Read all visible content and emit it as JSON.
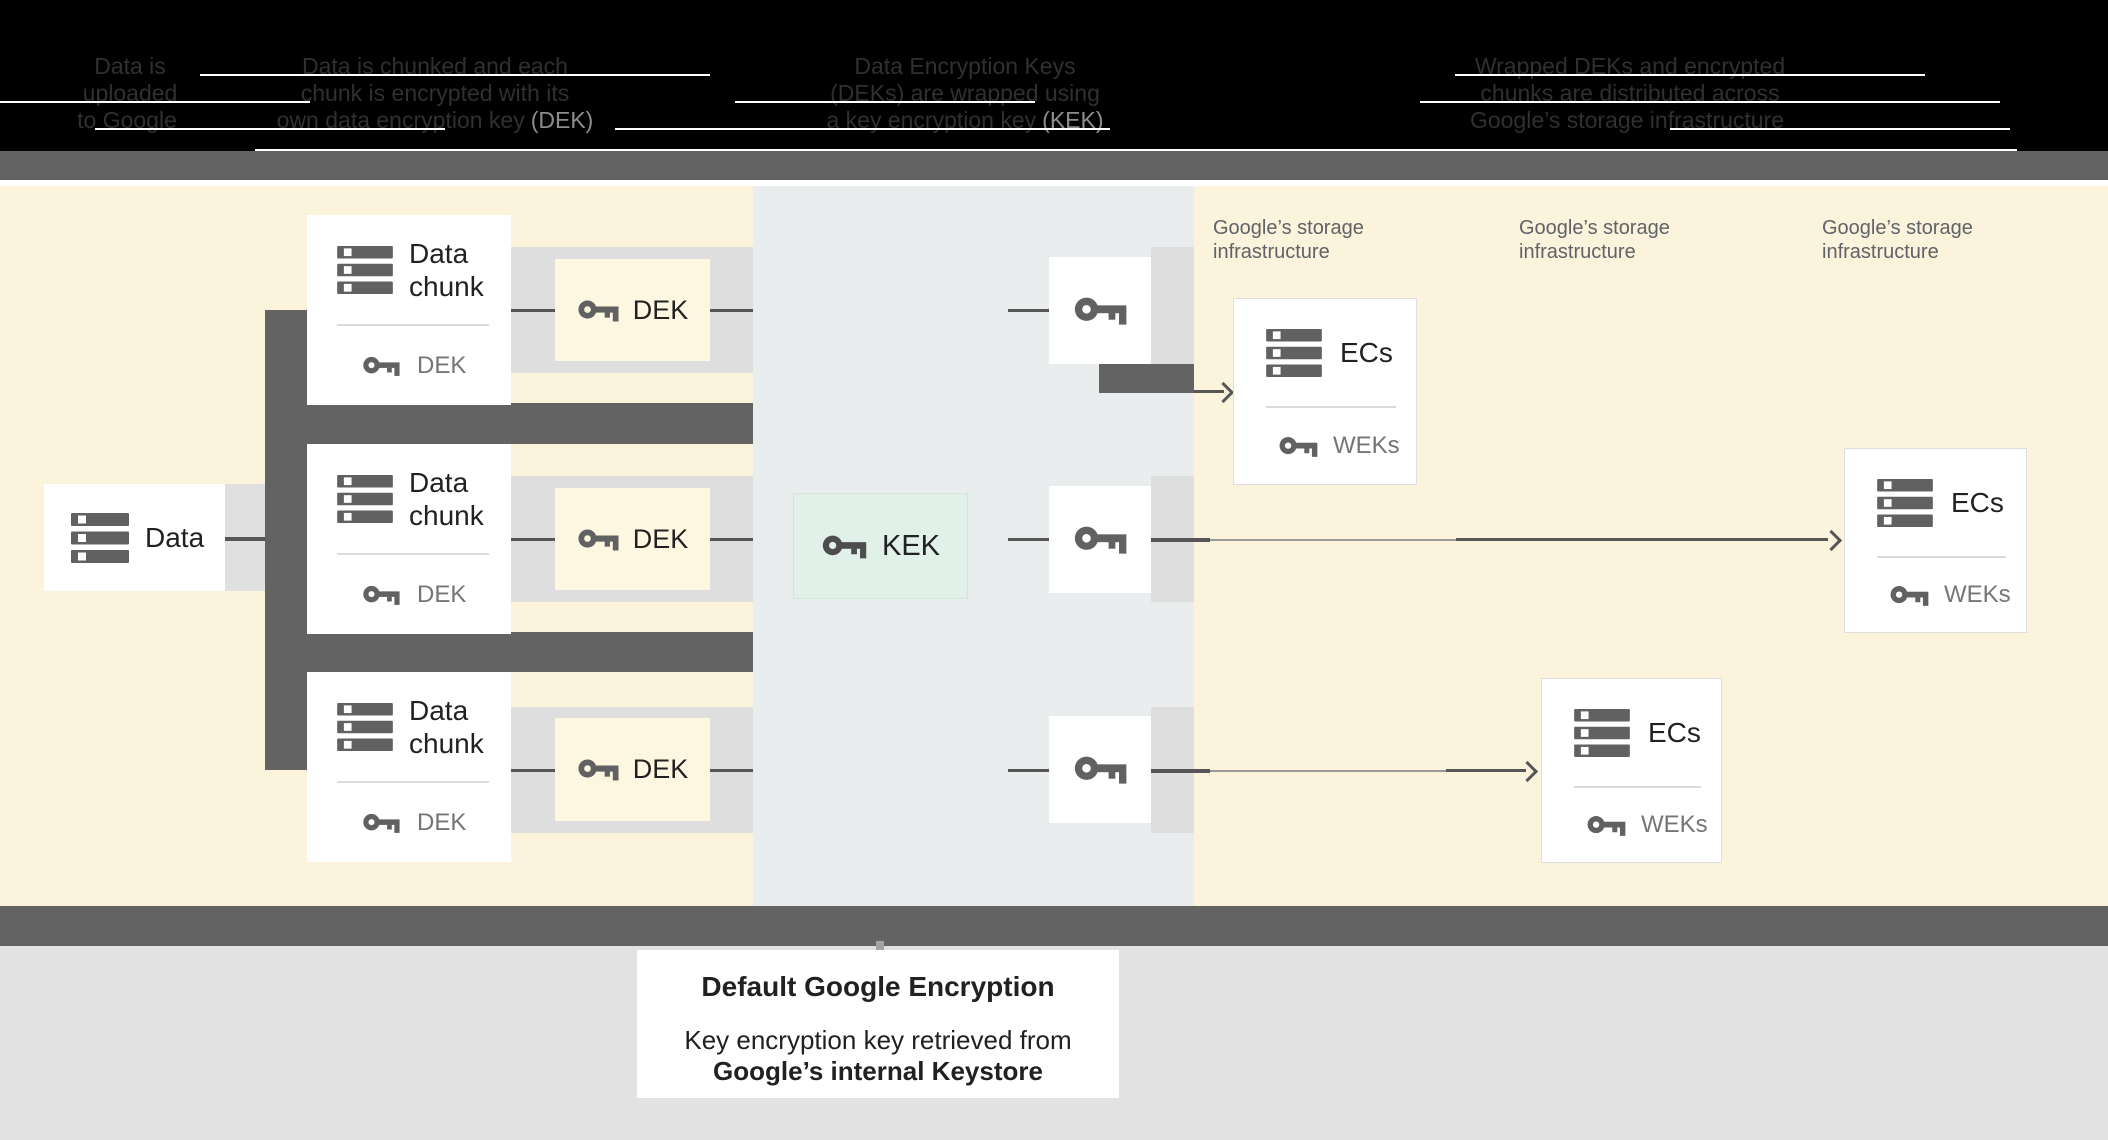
{
  "header": {
    "captions": [
      {
        "l1": "Data is",
        "l2": "uploaded",
        "l3": "to Google",
        "l3b": ""
      },
      {
        "l1": "Data is chunked and each",
        "l2": "chunk is encrypted with its",
        "l3": "own data encryption key",
        "l3b": "(DEK)"
      },
      {
        "l1": "Data Encryption Keys",
        "l2": "(DEKs) are wrapped using",
        "l3": "a key encryption key",
        "l3b": "(KEK)"
      },
      {
        "l1": "Wrapped DEKs and encrypted",
        "l2": "chunks are distributed across",
        "l3": "Google’s storage infrastructure",
        "l3b": ""
      }
    ]
  },
  "diagram": {
    "data_box": {
      "label": "Data"
    },
    "chunks": [
      {
        "title_l1": "Data",
        "title_l2": "chunk",
        "key_label": "DEK"
      },
      {
        "title_l1": "Data",
        "title_l2": "chunk",
        "key_label": "DEK"
      },
      {
        "title_l1": "Data",
        "title_l2": "chunk",
        "key_label": "DEK"
      }
    ],
    "dek_chips": [
      {
        "label": "DEK"
      },
      {
        "label": "DEK"
      },
      {
        "label": "DEK"
      }
    ],
    "kek_chip": {
      "label": "KEK"
    },
    "storage_labels": [
      {
        "l1": "Google’s storage",
        "l2": "infrastructure"
      },
      {
        "l1": "Google’s storage",
        "l2": "infrastructure"
      },
      {
        "l1": "Google’s storage",
        "l2": "infrastructure"
      }
    ],
    "ec_boxes": [
      {
        "title": "ECs",
        "key_label": "WEKs"
      },
      {
        "title": "ECs",
        "key_label": "WEKs"
      },
      {
        "title": "ECs",
        "key_label": "WEKs"
      }
    ]
  },
  "callout": {
    "title": "Default Google Encryption",
    "line1": "Key encryption key retrieved from",
    "line2": "Google’s internal Keystore"
  },
  "colors": {
    "canvas_yellow": "#fbf3db",
    "panel_blue_gray": "#e9edee",
    "kek_mint": "#e1f1e9",
    "dek_cream": "#fdf7e1",
    "bar_dark": "#636363",
    "icon_gray": "#616161",
    "text_dark": "#212121",
    "text_gray": "#757575",
    "label_gray": "#5f6368",
    "bottom_gray": "#e2e2e2"
  }
}
